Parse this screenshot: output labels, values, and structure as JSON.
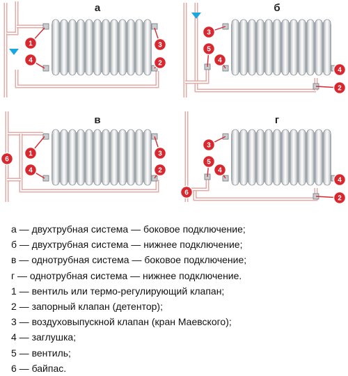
{
  "panels": [
    {
      "id": "a",
      "title": "а",
      "arrow": true,
      "bottom": false,
      "bypass": false
    },
    {
      "id": "b",
      "title": "б",
      "arrow": true,
      "bottom": true,
      "bypass": false
    },
    {
      "id": "v",
      "title": "в",
      "arrow": false,
      "bottom": false,
      "bypass": true
    },
    {
      "id": "g",
      "title": "г",
      "arrow": false,
      "bottom": true,
      "bypass": true
    }
  ],
  "badges": {
    "a": [
      "1",
      "4",
      "3",
      "2"
    ],
    "b": [
      "3",
      "5",
      "4",
      "4",
      "2"
    ],
    "v": [
      "1",
      "4",
      "3",
      "2",
      "6"
    ],
    "g": [
      "3",
      "5",
      "4",
      "4",
      "2",
      "6"
    ]
  },
  "legend": [
    "а — двухтрубная система — боковое подключение;",
    "б — двухтрубная система — нижнее подключение;",
    "в — однотрубная система — боковое подключение;",
    "г — однотрубная система — нижнее подключение.",
    "1 — вентиль или термо-регулирующий клапан;",
    "2 — запорный клапан (детентор);",
    "3 — воздуховыпускной клапан (кран Маевского);",
    "4 — заглушка;",
    "5 — вентиль;",
    "6 — байпас."
  ],
  "colors": {
    "badge": "#d7282f",
    "leader": "#d7282f",
    "pipe": "#f3b7b3",
    "arrow": "#1aa6de",
    "radiator": "#cfd3d6"
  }
}
